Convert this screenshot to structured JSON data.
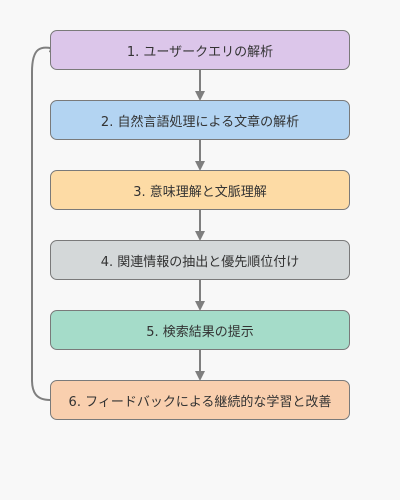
{
  "diagram": {
    "steps": [
      {
        "label": "1. ユーザークエリの解析",
        "fill": "#dcc6ea"
      },
      {
        "label": "2. 自然言語処理による文章の解析",
        "fill": "#b3d4f2"
      },
      {
        "label": "3. 意味理解と文脈理解",
        "fill": "#fddba5"
      },
      {
        "label": "4. 関連情報の抽出と優先順位付け",
        "fill": "#d4d8d9"
      },
      {
        "label": "5. 検索結果の提示",
        "fill": "#a5dcc9"
      },
      {
        "label": "6. フィードバックによる継続的な学習と改善",
        "fill": "#f9cfae"
      }
    ],
    "colors": {
      "border": "#7a7a7a",
      "connector": "#7f7f7f",
      "background": "#f8f8f8"
    }
  }
}
